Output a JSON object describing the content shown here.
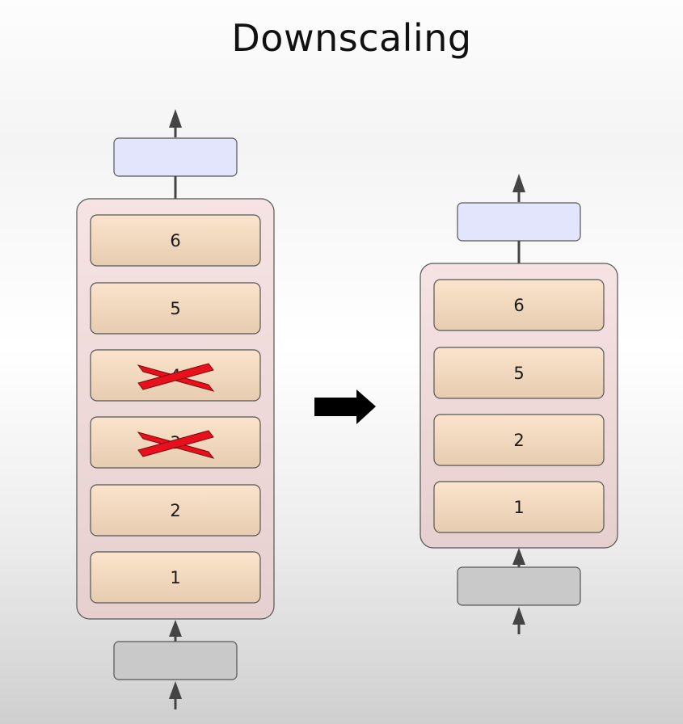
{
  "title": "Downscaling",
  "left_stack": {
    "layers": [
      {
        "label": "6",
        "removed": false
      },
      {
        "label": "5",
        "removed": false
      },
      {
        "label": "4",
        "removed": true
      },
      {
        "label": "3",
        "removed": true
      },
      {
        "label": "2",
        "removed": false
      },
      {
        "label": "1",
        "removed": false
      }
    ]
  },
  "right_stack": {
    "layers": [
      {
        "label": "6"
      },
      {
        "label": "5"
      },
      {
        "label": "2"
      },
      {
        "label": "1"
      }
    ]
  },
  "colors": {
    "container_top": "#f6e3e3",
    "container_bottom": "#e6cfcf",
    "container_border": "#555555",
    "layer_top": "#fbe4cc",
    "layer_bottom": "#e8cdb2",
    "layer_border": "#555555",
    "output_block": "#e2e5fb",
    "input_block": "#c9c9c9",
    "arrow": "#444444",
    "remove_mark": "#e8101c",
    "transition_arrow": "#000000"
  }
}
